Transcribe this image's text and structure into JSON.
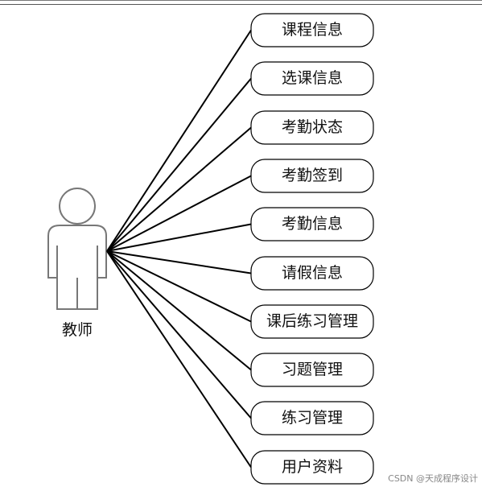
{
  "actor": {
    "label": "教师"
  },
  "use_cases": [
    {
      "label": "课程信息"
    },
    {
      "label": "选课信息"
    },
    {
      "label": "考勤状态"
    },
    {
      "label": "考勤签到"
    },
    {
      "label": "考勤信息"
    },
    {
      "label": "请假信息"
    },
    {
      "label": "课后练习管理"
    },
    {
      "label": "习题管理"
    },
    {
      "label": "练习管理"
    },
    {
      "label": "用户资料"
    }
  ],
  "watermark": "CSDN @天成程序设计",
  "colors": {
    "stroke": "#000000",
    "actor_stroke": "#777777",
    "text": "#111111"
  }
}
